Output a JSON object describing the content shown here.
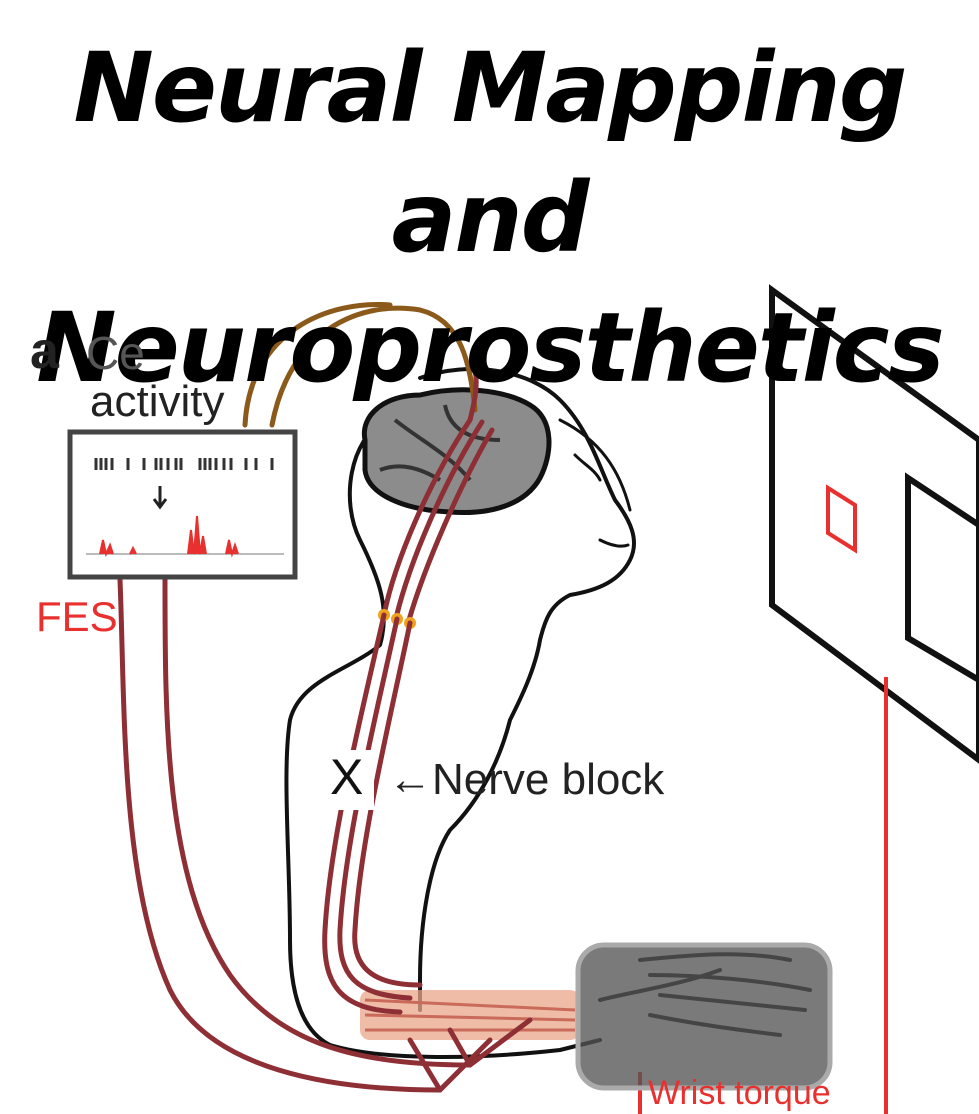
{
  "title": {
    "line1": "Neural Mapping",
    "line2": "and",
    "line3": "Neuroprosthetics"
  },
  "panel_letter": "a",
  "labels": {
    "activity_partial": "Ce",
    "activity": "activity",
    "fes": "FES",
    "block_mark": "X",
    "nerve_block": "←Nerve block",
    "wrist_torque": "Wrist torque"
  },
  "colors": {
    "fes_wire": "#8e2f35",
    "cell_wire": "#8b5a1a",
    "accent_red": "#e8312e",
    "stim_dot": "#f0a11d",
    "brain": "#8c8c8c"
  }
}
